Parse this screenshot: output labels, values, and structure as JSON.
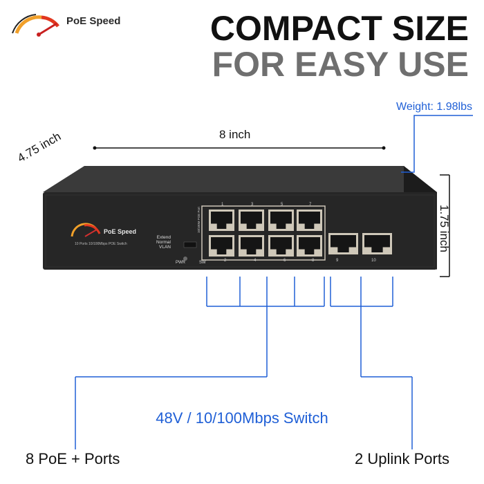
{
  "brand": {
    "name": "PoE Speed"
  },
  "headline": {
    "line1": "COMPACT SIZE",
    "line2": "FOR EASY USE"
  },
  "dimensions": {
    "length": "8 inch",
    "depth": "4.75 inch",
    "height": "1.75 inch",
    "weight": "Weight: 1.98lbs"
  },
  "device": {
    "logo": "PoE Speed",
    "model_text": "10 Ports 10/100Mbps POE Switch",
    "switch_labels": [
      "Extend",
      "Normal",
      "VLAN"
    ],
    "pwr_label": "PWR",
    "sw_label": "SW",
    "poe_side_label": "10/100M POE Port",
    "top_port_numbers": [
      "1",
      "3",
      "5",
      "7"
    ],
    "bottom_port_numbers": [
      "2",
      "4",
      "6",
      "8"
    ],
    "uplink_numbers": [
      "9",
      "10"
    ]
  },
  "spec_text": "48V / 10/100Mbps Switch",
  "callouts": {
    "poe_ports": "8 PoE + Ports",
    "uplink_ports": "2 Uplink Ports"
  },
  "colors": {
    "accent": "#1f5fd6",
    "device_body": "#262626",
    "port_frame": "#cdc6b8"
  }
}
